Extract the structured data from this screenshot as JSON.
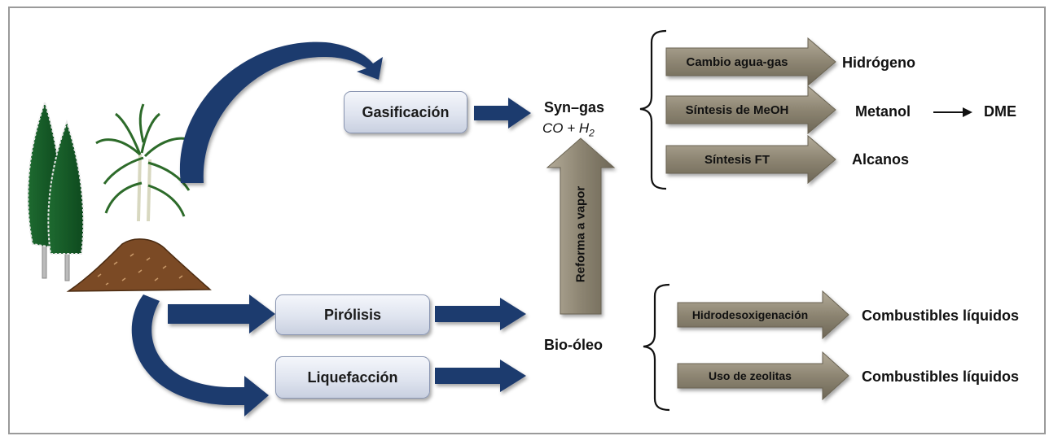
{
  "processes": {
    "gasification": "Gasificación",
    "pyrolysis": "Pirólisis",
    "liquefaction": "Liquefacción"
  },
  "intermediates": {
    "syngas": "Syn–gas",
    "syngas_formula_main": "CO + H",
    "syngas_formula_sub": "2",
    "biooil": "Bio-óleo",
    "steam_reforming": "Reforma a vapor"
  },
  "syngas_routes": [
    {
      "process": "Cambio agua-gas",
      "product": "Hidrógeno"
    },
    {
      "process": "Síntesis de MeOH",
      "product": "Metanol"
    },
    {
      "process": "Síntesis FT",
      "product": "Alcanos"
    }
  ],
  "methanol_product": "DME",
  "biooil_routes": [
    {
      "process": "Hidrodesoxigenación",
      "product": "Combustibles líquidos"
    },
    {
      "process": "Uso de zeolitas",
      "product": "Combustibles líquidos"
    }
  ],
  "icons": [
    "tree-icon",
    "cane-plant-icon",
    "biomass-pile-icon"
  ],
  "colors": {
    "navy_arrow": "#1f3a6e",
    "gray_arrow": "#8c8471",
    "box_border": "#8a96b2"
  }
}
